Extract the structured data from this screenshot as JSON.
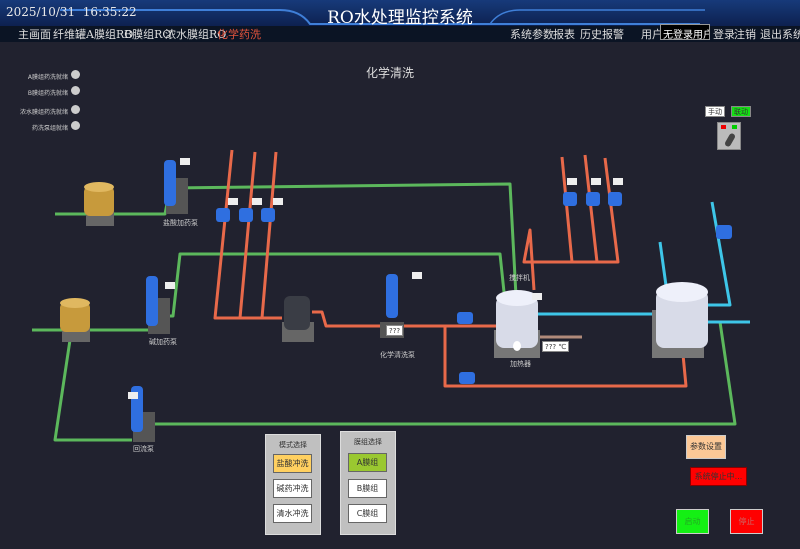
{
  "header": {
    "datetime": "2025/10/31  16:35:22",
    "title": "RO水处理监控系统"
  },
  "nav_left": [
    "主画面",
    "纤维罐",
    "A膜组RO",
    "B膜组RO",
    "浓水膜组RO",
    "化学药洗"
  ],
  "nav_active": "化学药洗",
  "nav_right": [
    "系统参数",
    "报表",
    "历史报警"
  ],
  "user": {
    "label": "用户",
    "value": "无登录用户",
    "login": "登录",
    "logout": "注销",
    "exit": "退出系统"
  },
  "page_title": "化学清洗",
  "indicators": [
    "A膜组药洗就绪",
    "B膜组药洗就绪",
    "浓水膜组药洗就绪",
    "药洗泵组就绪"
  ],
  "mode_switch": {
    "manual": "手动",
    "auto": "联动"
  },
  "equipment": {
    "acid_pump": "盐酸加药泵",
    "alkali_pump": "碱加药泵",
    "return_pump": "回流泵",
    "clean_pump": "化学清洗泵",
    "mixer": "搅拌机",
    "heater": "加热器",
    "pump_value": "???",
    "heater_temp": "??? ℃"
  },
  "mode_panel": {
    "title": "模式选择",
    "options": [
      "盐酸冲洗",
      "碱药冲洗",
      "清水冲洗"
    ],
    "selected": "盐酸冲洗"
  },
  "group_panel": {
    "title": "膜组选择",
    "options": [
      "A膜组",
      "B膜组",
      "C膜组"
    ],
    "selected": "A膜组"
  },
  "actions": {
    "params": "参数设置",
    "status": "系统停止中...",
    "start": "启动",
    "stop": "停止"
  },
  "colors": {
    "green_pipe": "#5cb85c",
    "orange_pipe": "#e8694a",
    "cyan_pipe": "#3ec6e8",
    "active_nav": "#e0533c"
  }
}
